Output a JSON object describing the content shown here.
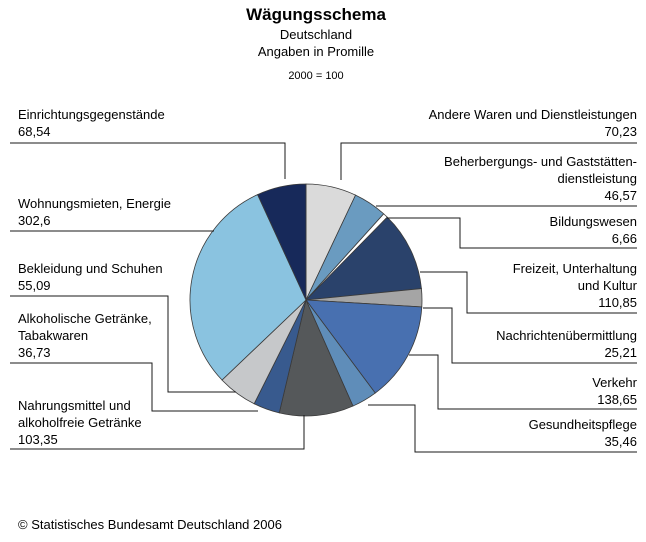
{
  "title": "Wägungsschema",
  "subtitle_country": "Deutschland",
  "subtitle_unit": "Angaben in Promille",
  "subtitle_base": "2000 = 100",
  "footer": "© Statistisches Bundesamt Deutschland 2006",
  "colors": {
    "background": "#ffffff",
    "slice_border": "#3a3a3a",
    "leader_line": "#1a1a1a",
    "text": "#000000"
  },
  "chart_data": {
    "type": "pie",
    "title": "Wägungsschema",
    "subtitle": "Deutschland, Angaben in Promille, 2000 = 100",
    "unit": "Promille",
    "direction": "clockwise",
    "start_angle_deg": 0,
    "total": 999.94,
    "legend": "none",
    "slices": [
      {
        "key": "andere-waren",
        "label": "Andere Waren und Dienstleistungen",
        "display_label": "Andere Waren und Dienstleistungen",
        "value": 70.23,
        "value_label": "70,23",
        "color": "#dadada"
      },
      {
        "key": "beherbergung-gaststaetten",
        "label": "Beherbergungs- und Gaststättendienstleistung",
        "display_label": "Beherbergungs- und Gaststätten-\ndienstleistung",
        "value": 46.57,
        "value_label": "46,57",
        "color": "#6a9bc0",
        "side": "right"
      },
      {
        "key": "bildungswesen",
        "label": "Bildungswesen",
        "display_label": "Bildungswesen",
        "value": 6.66,
        "value_label": "6,66",
        "color": "#ffffff"
      },
      {
        "key": "freizeit-kultur",
        "label": "Freizeit, Unterhaltung und Kultur",
        "display_label": "Freizeit, Unterhaltung\nund Kultur",
        "value": 110.85,
        "value_label": "110,85",
        "color": "#2a426b"
      },
      {
        "key": "nachrichtenuebermittlung",
        "label": "Nachrichtenübermittlung",
        "display_label": "Nachrichtenübermittlung",
        "value": 25.21,
        "value_label": "25,21",
        "color": "#a5a5a5"
      },
      {
        "key": "verkehr",
        "label": "Verkehr",
        "display_label": "Verkehr",
        "value": 138.65,
        "value_label": "138,65",
        "color": "#4870b0"
      },
      {
        "key": "gesundheitspflege",
        "label": "Gesundheitspflege",
        "display_label": "Gesundheitspflege",
        "value": 35.46,
        "value_label": "35,46",
        "color": "#5f8db9"
      },
      {
        "key": "nahrungsmittel",
        "label": "Nahrungsmittel und alkoholfreie Getränke",
        "display_label": "Nahrungsmittel und\nalkoholfreie Getränke",
        "value": 103.35,
        "value_label": "103,35",
        "color": "#55585a"
      },
      {
        "key": "alkohol-tabak",
        "label": "Alkoholische Getränke, Tabakwaren",
        "display_label": "Alkoholische Getränke,\nTabakwaren",
        "value": 36.73,
        "value_label": "36,73",
        "color": "#385a8e"
      },
      {
        "key": "bekleidung-schuhe",
        "label": "Bekleidung und Schuhen",
        "display_label": "Bekleidung und Schuhen",
        "value": 55.09,
        "value_label": "55,09",
        "color": "#c6c8ca"
      },
      {
        "key": "wohnung-energie",
        "label": "Wohnungsmieten, Energie",
        "display_label": "Wohnungsmieten, Energie",
        "value": 302.6,
        "value_label": "302,6",
        "color": "#8ac3e0"
      },
      {
        "key": "einrichtungsgegenstaende",
        "label": "Einrichtungsgegenstände",
        "display_label": "Einrichtungsgegenstände",
        "value": 68.54,
        "value_label": "68,54",
        "color": "#17295a"
      }
    ]
  }
}
